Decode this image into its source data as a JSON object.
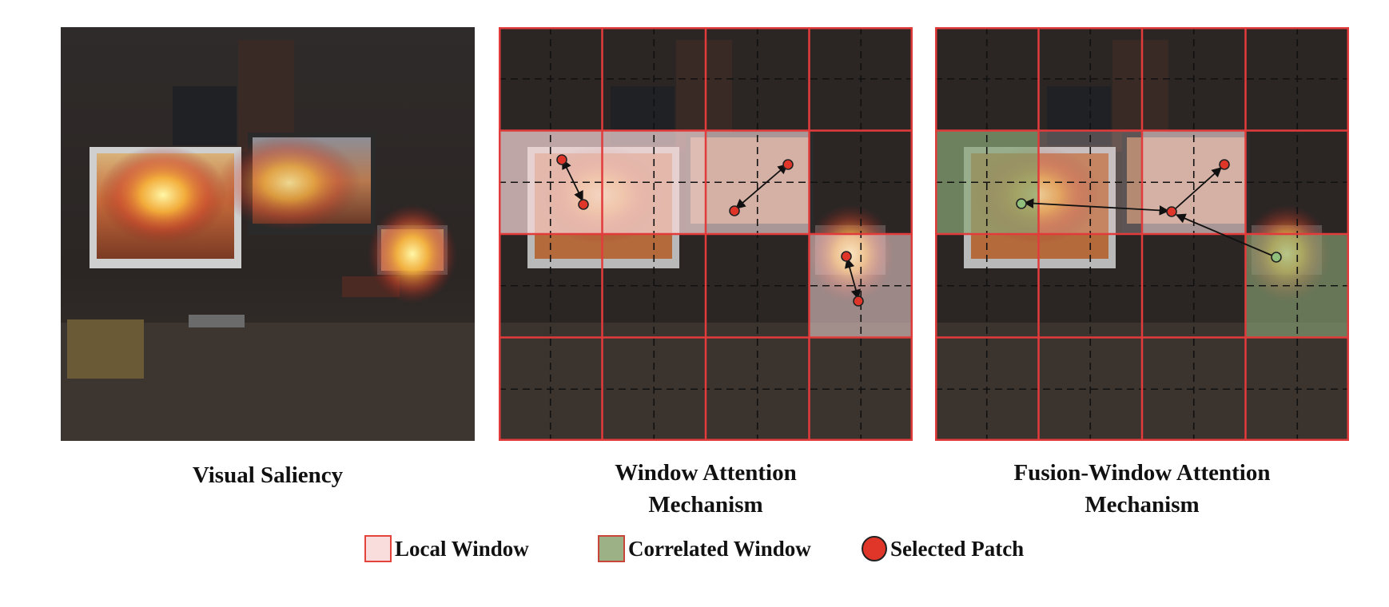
{
  "captions": {
    "saliency": "Visual Saliency",
    "window_line1": "Window Attention",
    "window_line2": "Mechanism",
    "fusion_line1": "Fusion-Window Attention",
    "fusion_line2": "Mechanism"
  },
  "legend": {
    "local_window": "Local Window",
    "correlated_window": "Correlated Window",
    "selected_patch": "Selected Patch"
  },
  "colors": {
    "grid_line": "#e23b3b",
    "local_window_fill": "#f5d6d6",
    "correlated_window_fill": "#9cb186",
    "selected_patch": "#e0362a",
    "correlated_patch": "#8fbf7a"
  },
  "grid": {
    "windows": 4,
    "patches_per_window": 2
  }
}
